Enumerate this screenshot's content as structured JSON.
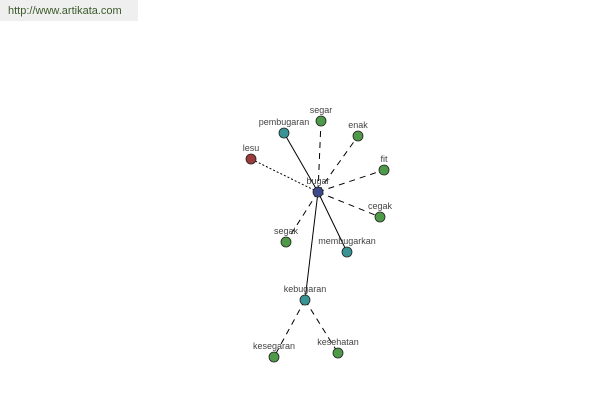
{
  "watermark": "http://www.artikata.com",
  "colors": {
    "center": "#3d4a8a",
    "related": "#3a9494",
    "synonym": "#4e9a48",
    "antonym": "#9b3b3b"
  },
  "center": "bugar",
  "nodes": [
    {
      "id": "bugar",
      "label": "bugar",
      "type": "center"
    },
    {
      "id": "pembugaran",
      "label": "pembugaran",
      "type": "related",
      "link": "solid",
      "parent": "bugar"
    },
    {
      "id": "segar",
      "label": "segar",
      "type": "synonym",
      "link": "dashed",
      "parent": "bugar"
    },
    {
      "id": "enak",
      "label": "enak",
      "type": "synonym",
      "link": "dashed",
      "parent": "bugar"
    },
    {
      "id": "fit",
      "label": "fit",
      "type": "synonym",
      "link": "dashed",
      "parent": "bugar"
    },
    {
      "id": "cegak",
      "label": "cegak",
      "type": "synonym",
      "link": "dashed",
      "parent": "bugar"
    },
    {
      "id": "lesu",
      "label": "lesu",
      "type": "antonym",
      "link": "dotted",
      "parent": "bugar"
    },
    {
      "id": "segak",
      "label": "segak",
      "type": "synonym",
      "link": "dashed",
      "parent": "bugar"
    },
    {
      "id": "membugarkan",
      "label": "membugarkan",
      "type": "related",
      "link": "solid",
      "parent": "bugar"
    },
    {
      "id": "kebugaran",
      "label": "kebugaran",
      "type": "related",
      "link": "solid",
      "parent": "bugar"
    },
    {
      "id": "kesegaran",
      "label": "kesegaran",
      "type": "synonym",
      "link": "dashed",
      "parent": "kebugaran"
    },
    {
      "id": "kesehatan",
      "label": "kesehatan",
      "type": "synonym",
      "link": "dashed",
      "parent": "kebugaran"
    }
  ]
}
